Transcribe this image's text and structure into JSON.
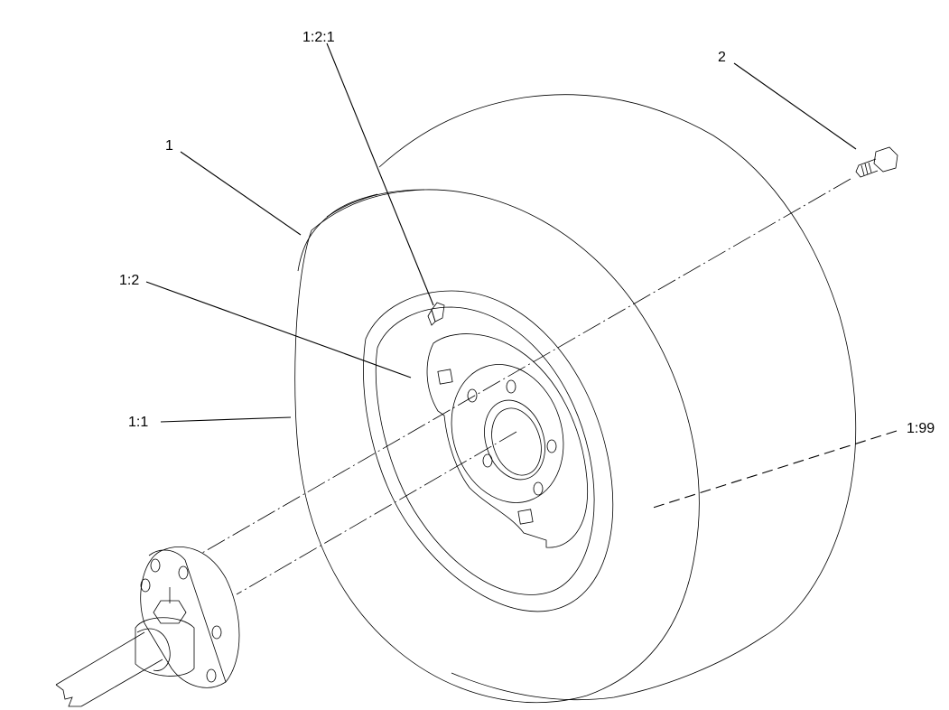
{
  "diagram": {
    "callouts": {
      "c_1_2_1": "1:2:1",
      "c_2": "2",
      "c_1": "1",
      "c_1_2": "1:2",
      "c_1_1": "1:1",
      "c_1_99": "1:99"
    },
    "line_color": "#000000",
    "background": "#ffffff"
  }
}
